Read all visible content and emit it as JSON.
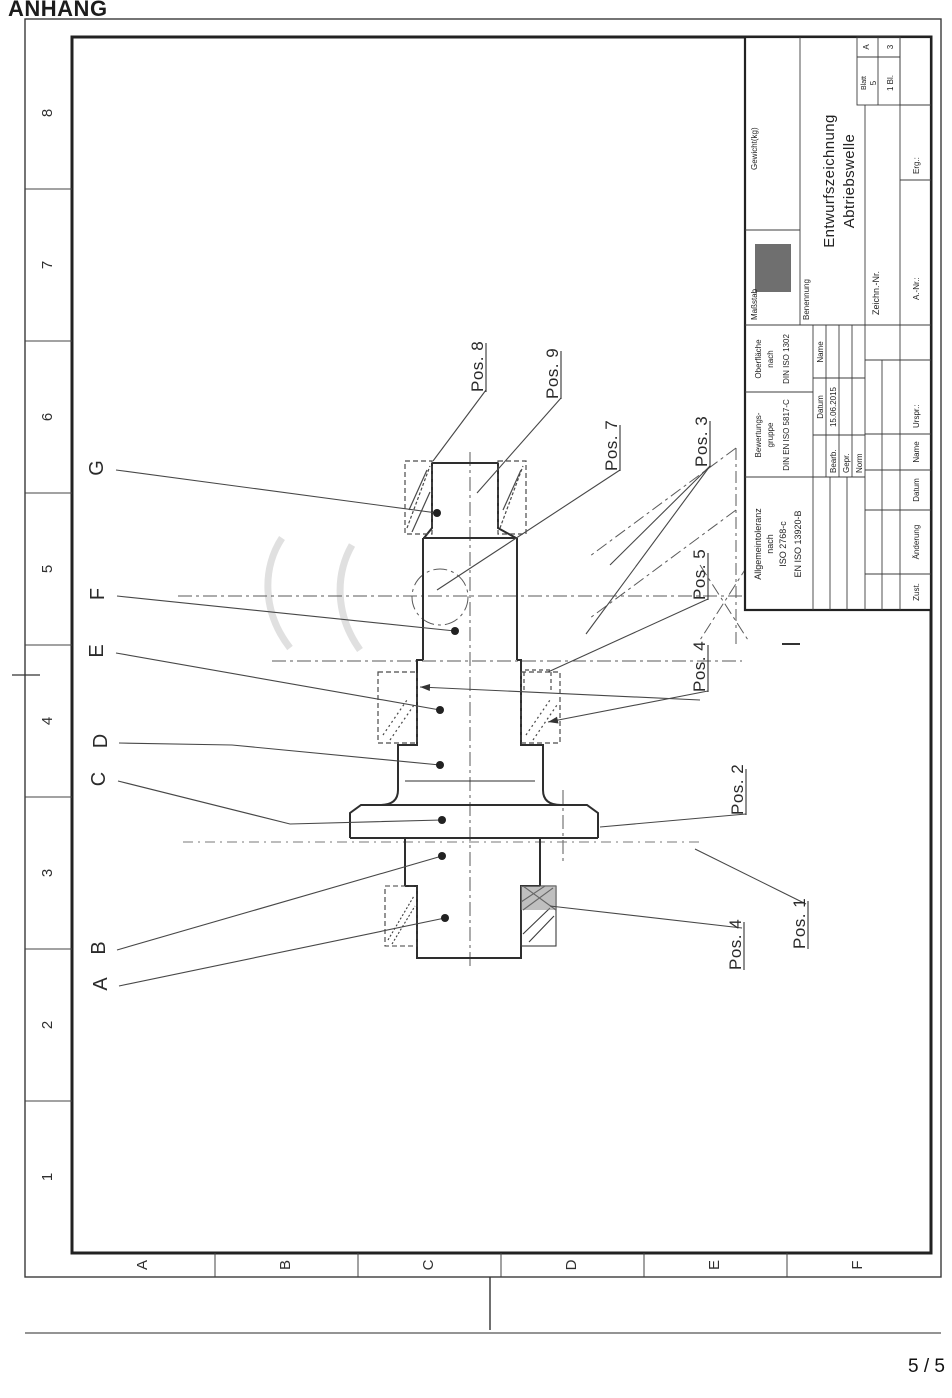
{
  "page": {
    "heading": "ANHANG",
    "page_indicator": "5 / 5"
  },
  "frame": {
    "grid_numbers": [
      "8",
      "7",
      "6",
      "5",
      "4",
      "3",
      "2",
      "1"
    ],
    "grid_letters": [
      "A",
      "B",
      "C",
      "D",
      "E",
      "F"
    ]
  },
  "drawing": {
    "part_labels": [
      "G",
      "F",
      "E",
      "D",
      "C",
      "B",
      "A"
    ],
    "pos_labels": [
      "Pos. 8",
      "Pos. 9",
      "Pos. 7",
      "Pos. 3",
      "Pos. 5",
      "Pos. 4",
      "Pos. 2",
      "Pos. 4",
      "Pos. 1"
    ]
  },
  "title_block": {
    "tolerance_line1": "Allgemeintoleranz",
    "tolerance_line2": "nach",
    "tolerance_line3": "ISO 2768-c",
    "tolerance_line4": "EN ISO 13920-B",
    "weld_line1": "Bewertungs-",
    "weld_line2": "gruppe",
    "weld_line3": "DIN EN ISO 5817-C",
    "surface_line1": "Oberfläche",
    "surface_line2": "nach",
    "surface_line3": "DIN ISO 1302",
    "scale_label": "Maßstab",
    "weight_label": "Gewicht(kg)",
    "date_header": "Datum",
    "name_header": "Name",
    "bearb_label": "Bearb.",
    "bearb_date": "15.06.2015",
    "gepr_label": "Gepr.",
    "norm_label": "Norm",
    "benennung_label": "Benennung",
    "title_line1": "Entwurfszeichnung",
    "title_line2": "Abtriebswelle",
    "zeichn_label": "Zeichn.-Nr.",
    "blatt_label": "Blatt",
    "blatt_value": "5",
    "format_line1": "A",
    "format_line2": "3",
    "sheets_value": "1 Bl.",
    "zust_label": "Zust.",
    "aenderung_label": "Änderung",
    "datum_label": "Datum",
    "name_label": "Name",
    "urspr_label": "Urspr.:",
    "anr_label": "A.-Nr.:",
    "erg_label": "Erg.:"
  }
}
